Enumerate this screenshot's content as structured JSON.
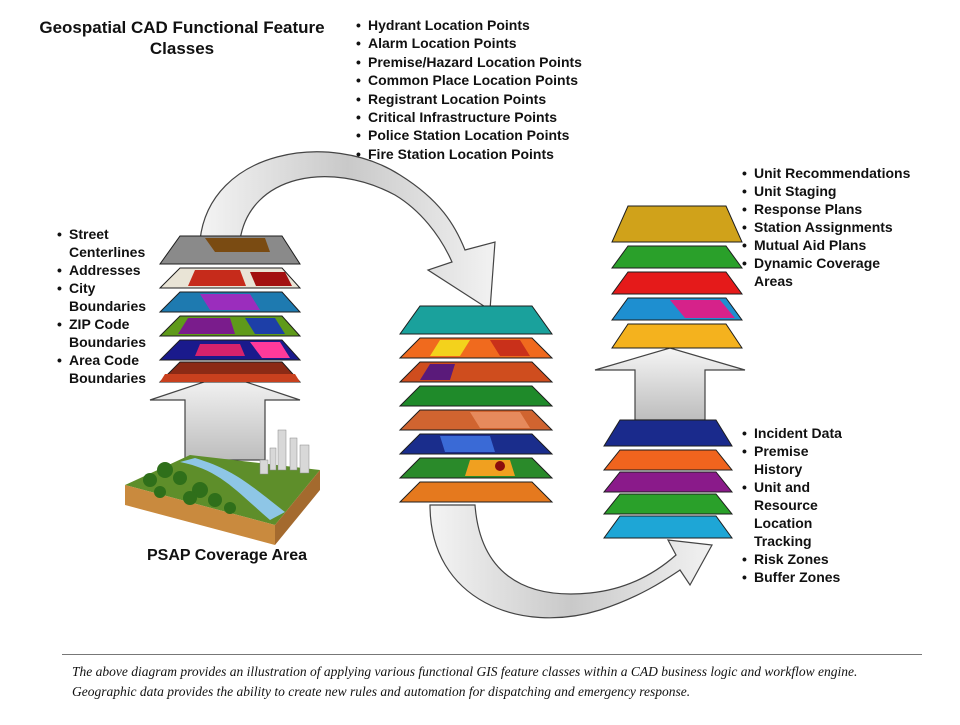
{
  "title": "Geospatial CAD Functional Feature Classes",
  "top_list": [
    "Hydrant Location Points",
    "Alarm Location Points",
    "Premise/Hazard Location Points",
    "Common Place Location Points",
    "Registrant Location Points",
    "Critical Infrastructure Points",
    "Police Station Location Points",
    "Fire Station Location Points"
  ],
  "left_list": [
    "Street Centerlines",
    "Addresses",
    "City Boundaries",
    "ZIP Code Boundaries",
    "Area Code Boundaries"
  ],
  "right_top_list": [
    "Unit Recommendations",
    "Unit Staging",
    "Response Plans",
    "Station Assignments",
    "Mutual Aid Plans",
    "Dynamic Coverage Areas"
  ],
  "right_bottom_list": [
    "Incident Data",
    "Premise History",
    "Unit and Resource Location Tracking",
    "Risk Zones",
    "Buffer Zones"
  ],
  "psap_label": "PSAP Coverage Area",
  "caption": "The above diagram provides an illustration of applying various functional GIS feature classes within a CAD business logic and workflow engine. Geographic data provides the ability to create new rules and automation for dispatching and emergency response."
}
